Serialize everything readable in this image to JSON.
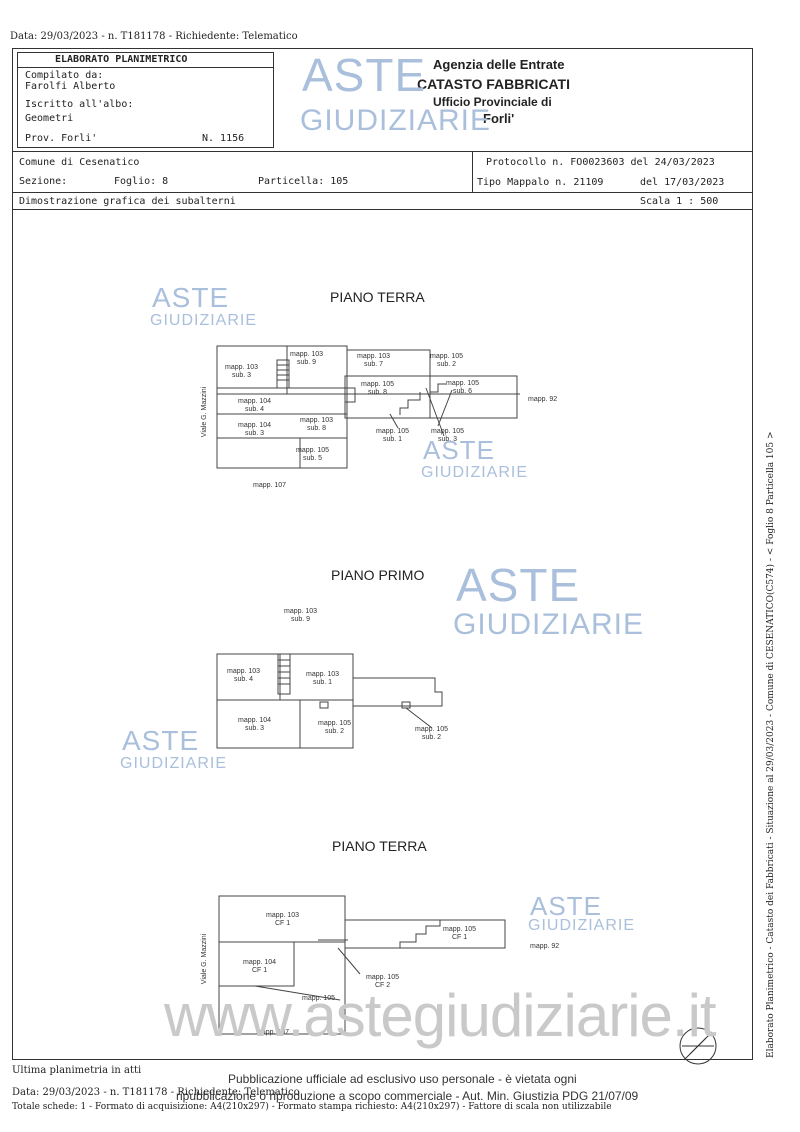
{
  "top_line": "Data: 29/03/2023 - n. T181178 - Richiedente: Telematico",
  "header": {
    "elaborato_title": "ELABORATO PLANIMETRICO",
    "compilato_label": "Compilato da:",
    "compilato_name": "Farolfi Alberto",
    "iscritto_label": "Iscritto all'albo:",
    "iscritto_value": "Geometri",
    "prov_label": "Prov. Forli'",
    "numero": "N. 1156",
    "agency_line1": "Agenzia delle Entrate",
    "agency_line2": "CATASTO FABBRICATI",
    "agency_line3": "Ufficio Provinciale di",
    "agency_line4": "Forli'"
  },
  "info": {
    "comune": "Comune di Cesenatico",
    "protocollo": "Protocollo n. FO0023603 del 24/03/2023",
    "sezione": "Sezione:",
    "foglio": "Foglio: 8",
    "particella": "Particella: 105",
    "tipo_mappale": "Tipo Mappalo n. 21109",
    "tipo_data": "del 17/03/2023",
    "dimostrazione": "Dimostrazione grafica dei subalterni",
    "scala": "Scala 1 : 500"
  },
  "sections": {
    "s1_title": "PIANO TERRA",
    "s2_title": "PIANO PRIMO",
    "s3_title": "PIANO TERRA"
  },
  "plan1": {
    "l1": "mapp. 103",
    "l1b": "sub. 3",
    "l2": "mapp. 103",
    "l2b": "sub. 9",
    "l3": "mapp. 103",
    "l3b": "sub. 7",
    "l4": "mapp. 105",
    "l4b": "sub. 2",
    "l5": "mapp. 105",
    "l5b": "sub. 6",
    "l6": "mapp. 105",
    "l6b": "sub. 8",
    "l7": "mapp. 104",
    "l7b": "sub. 4",
    "l8": "mapp. 104",
    "l8b": "sub. 3",
    "l9": "mapp. 103",
    "l9b": "sub. 8",
    "l10": "mapp. 105",
    "l10b": "sub. 1",
    "l11": "mapp. 105",
    "l11b": "sub. 3",
    "l12": "mapp. 105",
    "l12b": "sub. 5",
    "l13": "mapp. 92",
    "l14": "mapp. 107",
    "street": "Viale G. Mazzini"
  },
  "plan2": {
    "l1": "mapp. 103",
    "l1b": "sub. 9",
    "l2": "mapp. 103",
    "l2b": "sub. 4",
    "l3": "mapp. 103",
    "l3b": "sub. 1",
    "l4": "mapp. 104",
    "l4b": "sub. 3",
    "l5": "mapp. 105",
    "l5b": "sub. 2",
    "l6": "mapp. 105",
    "l6b": "sub. 2"
  },
  "plan3": {
    "l1": "mapp. 103",
    "l1b": "CF 1",
    "l2": "mapp. 105",
    "l2b": "CF 1",
    "l3": "mapp. 92",
    "l4": "mapp. 104",
    "l4b": "CF 1",
    "l5": "mapp. 105",
    "l5b": "CF 2",
    "l6": "mapp. 105",
    "l7": "mapp. 107",
    "street": "Viale G. Mazzini"
  },
  "watermarks": {
    "aste": "ASTE",
    "giudiziarie": "GIUDIZIARIE",
    "website": "www.astegiudiziarie.it"
  },
  "side_text": "Elaborato Planimetrico - Catasto dei Fabbricati - Situazione al 29/03/2023 - Comune di CESENATICO(C574) - < Foglio 8 Particella 105 >",
  "bottom": {
    "ultima": "Ultima planimetria in atti",
    "line1": "Data: 29/03/2023 - n. T181178 - Richiedente: Telematico",
    "line2": "Totale schede: 1 - Formato di acquisizione: A4(210x297) - Formato stampa richiesto: A4(210x297) - Fattore di scala non utilizzabile",
    "notice1": "Pubblicazione ufficiale ad esclusivo uso personale - è vietata ogni",
    "notice2": "ripubblicazione o riproduzione a scopo commerciale - Aut. Min. Giustizia PDG 21/07/09"
  }
}
